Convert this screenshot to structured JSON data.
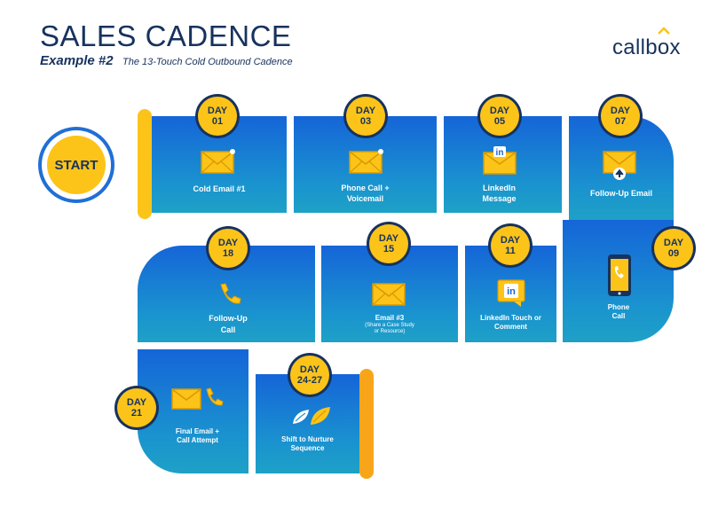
{
  "header": {
    "title": "SALES CADENCE",
    "example": "Example #2",
    "subtitle": "The 13-Touch Cold Outbound Cadence"
  },
  "logo": {
    "text": "callbox"
  },
  "start": {
    "label": "START"
  },
  "colors": {
    "navy": "#17325e",
    "blue": "#1565d8",
    "teal": "#1ea1c6",
    "yellow": "#fcc419",
    "orange": "#f9a51a"
  },
  "steps": [
    {
      "day_word": "DAY",
      "day_num": "01",
      "label": "Cold Email #1",
      "icon": "envelope-icon"
    },
    {
      "day_word": "DAY",
      "day_num": "03",
      "label_1": "Phone Call +",
      "label_2": "Voicemail",
      "icon": "envelope-icon"
    },
    {
      "day_word": "DAY",
      "day_num": "05",
      "label_1": "LinkedIn",
      "label_2": "Message",
      "icon": "linkedin-envelope-icon"
    },
    {
      "day_word": "DAY",
      "day_num": "07",
      "label": "Follow-Up Email",
      "icon": "envelope-upload-icon"
    },
    {
      "day_word": "DAY",
      "day_num": "09",
      "label_1": "Phone",
      "label_2": "Call",
      "icon": "mobile-phone-icon"
    },
    {
      "day_word": "DAY",
      "day_num": "11",
      "label_1": "LinkedIn Touch or",
      "label_2": "Comment",
      "icon": "linkedin-comment-icon"
    },
    {
      "day_word": "DAY",
      "day_num": "15",
      "label": "Email #3",
      "sub_1": "(Share a Case Study",
      "sub_2": "or Resource)",
      "icon": "envelope-icon"
    },
    {
      "day_word": "DAY",
      "day_num": "18",
      "label_1": "Follow-Up",
      "label_2": "Call",
      "icon": "phone-icon"
    },
    {
      "day_word": "DAY",
      "day_num": "21",
      "label_1": "Final Email +",
      "label_2": "Call Attempt",
      "icon": "envelope-phone-icon"
    },
    {
      "day_word": "DAY",
      "day_num": "24-27",
      "label_1": "Shift to Nurture",
      "label_2": "Sequence",
      "icon": "leaves-icon"
    }
  ]
}
